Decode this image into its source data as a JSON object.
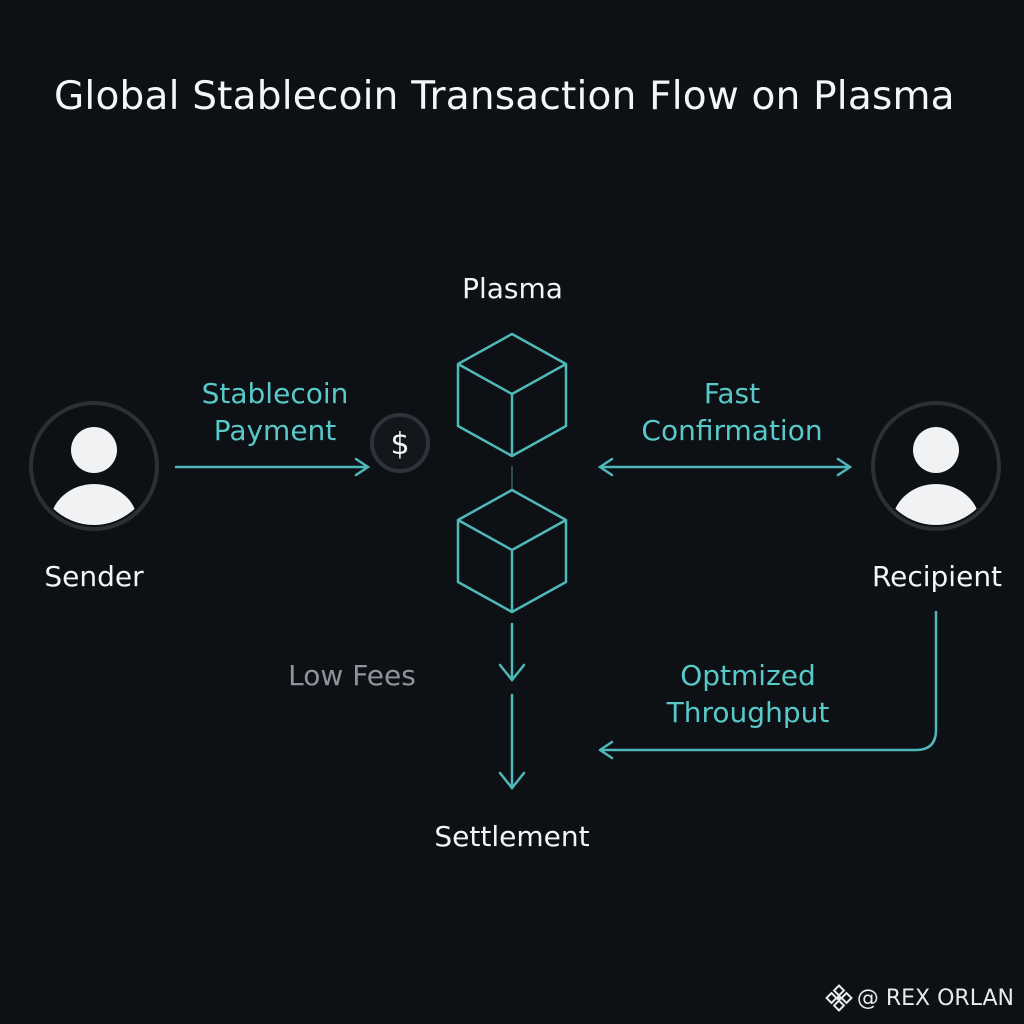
{
  "title": "Global Stablecoin Transaction Flow on Plasma",
  "nodes": {
    "sender": "Sender",
    "plasma": "Plasma",
    "recipient": "Recipient",
    "settlement": "Settlement"
  },
  "edges": {
    "stablecoin_payment": [
      "Stablecoin",
      "Payment"
    ],
    "fast_confirmation": [
      "Fast",
      "Confirmation"
    ],
    "low_fees": "Low Fees",
    "optimized_throughput": [
      "Optmized",
      "Throughput"
    ]
  },
  "coin_symbol": "$",
  "watermark": {
    "handle": "@ REX ORLAN",
    "icon": "binance-diamond-icon"
  },
  "colors": {
    "background": "#0d1014",
    "accent_teal": "#4fb8b8",
    "text_white": "#f2f4f5",
    "text_grey": "#8e9499",
    "avatar_fill": "#f1f2f3",
    "avatar_ring": "#2b3034"
  }
}
